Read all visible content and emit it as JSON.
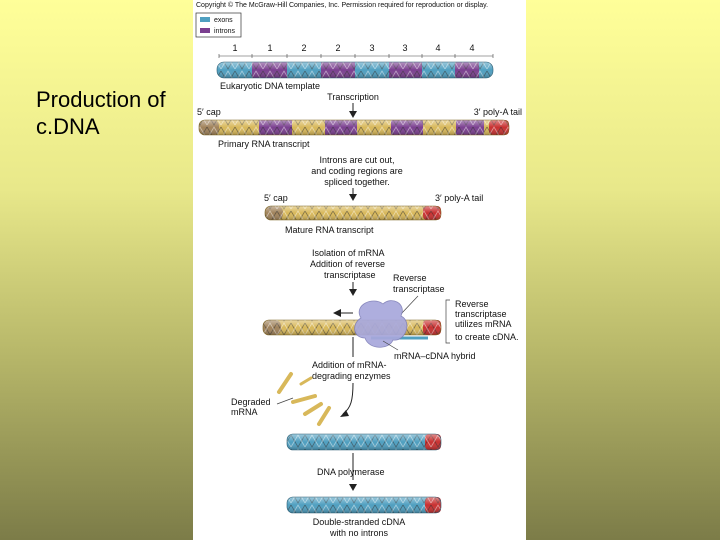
{
  "slide": {
    "title": "Production of c.DNA"
  },
  "figure": {
    "copyright": "Copyright © The McGraw-Hill Companies, Inc. Permission required for reproduction or display.",
    "legend": {
      "exons": "exons",
      "introns": "introns"
    },
    "region_numbers": [
      "1",
      "1",
      "2",
      "2",
      "3",
      "3",
      "4",
      "4"
    ],
    "labels": {
      "dna_template": "Eukaryotic DNA template",
      "transcription": "Transcription",
      "cap1": "5′ cap",
      "polya1": "3′ poly-A tail",
      "primary_transcript": "Primary RNA transcript",
      "splice1": "Introns are cut out,",
      "splice2": "and coding regions are",
      "splice3": "spliced together.",
      "cap2": "5′ cap",
      "polya2": "3′ poly-A tail",
      "mature_transcript": "Mature RNA transcript",
      "iso1": "Isolation of mRNA",
      "iso2": "Addition of reverse",
      "iso3": "transcriptase",
      "rt1": "Reverse",
      "rt2": "transcriptase",
      "rtu1": "Reverse",
      "rtu2": "transcriptase",
      "rtu3": "utilizes mRNA",
      "rtu4": "to create cDNA.",
      "hybrid": "mRNA–cDNA hybrid",
      "deg1": "Addition of mRNA-",
      "deg2": "degrading enzymes",
      "degraded1": "Degraded",
      "degraded2": "mRNA",
      "polymerase": "DNA polymerase",
      "final1": "Double-stranded cDNA",
      "final2": "with no introns"
    },
    "colors": {
      "exon": "#4f9fc0",
      "intron": "#7a3f8f",
      "mrna": "#d8b85a",
      "cap": "#a0825a",
      "polya": "#c83030",
      "enzyme": "#a8a8dc"
    }
  }
}
